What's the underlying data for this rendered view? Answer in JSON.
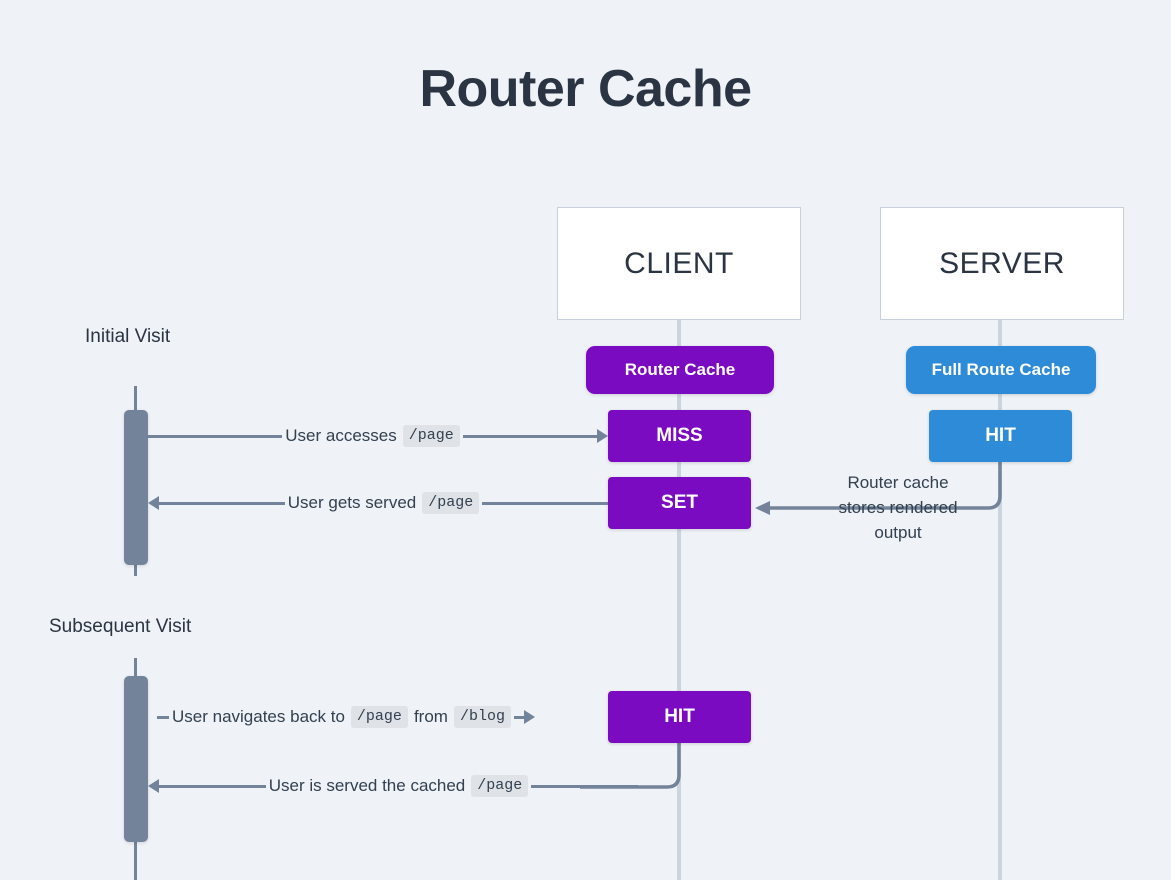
{
  "title": "Router Cache",
  "participants": [
    {
      "name": "client",
      "label": "CLIENT"
    },
    {
      "name": "server",
      "label": "SERVER"
    }
  ],
  "badges": [
    {
      "name": "router-cache",
      "label": "Router Cache",
      "color": "#7a0bc0"
    },
    {
      "name": "full-route-cache",
      "label": "Full Route Cache",
      "color": "#2e8bd8"
    }
  ],
  "sections": {
    "initial_visit": "Initial Visit",
    "subsequent_visit": "Subsequent Visit"
  },
  "states": {
    "miss": "MISS",
    "set": "SET",
    "hit_server": "HIT",
    "hit_client": "HIT"
  },
  "messages": {
    "m1": {
      "pre": "User accesses",
      "code": "/page",
      "post": "",
      "direction": "right"
    },
    "m2": {
      "pre": "User gets served",
      "code": "/page",
      "post": "",
      "direction": "left"
    },
    "m3": {
      "pre": "User navigates back to",
      "code": "/page",
      "mid": "from",
      "code2": "/blog",
      "direction": "right"
    },
    "m4": {
      "pre": "User is served the cached",
      "code": "/page",
      "post": "",
      "direction": "left"
    }
  },
  "notes": {
    "router_stores": {
      "line1": "Router cache",
      "line2": "stores rendered",
      "line3": "output"
    }
  },
  "colors": {
    "background": "#eff2f6",
    "title": "#2b3442",
    "purple": "#7a0bc0",
    "blue": "#2e8bd8",
    "line": "#73839a",
    "lifeline": "#cbd5e0",
    "code_chip": "#dfe3e8"
  }
}
